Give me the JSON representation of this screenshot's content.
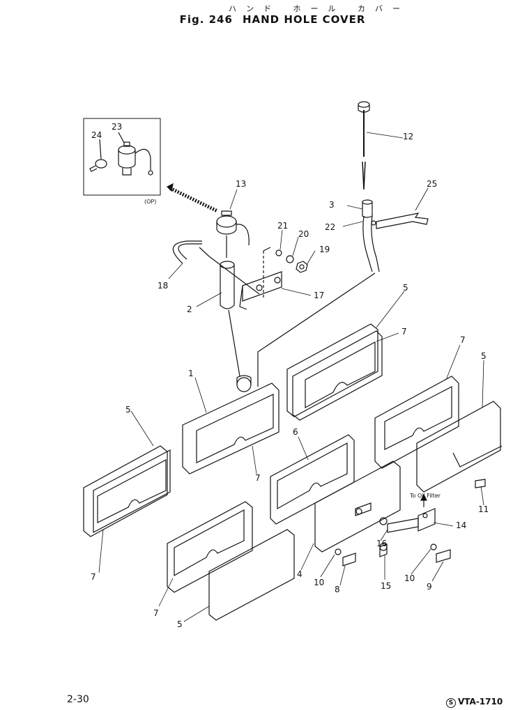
{
  "header": {
    "japanese_title": "ハンド ホール カバー",
    "fig_label": "Fig. 246",
    "title": "HAND HOLE COVER"
  },
  "callouts": {
    "c1": "1",
    "c2": "2",
    "c3": "3",
    "c4": "4",
    "c5a": "5",
    "c5b": "5",
    "c5c": "5",
    "c5d": "5",
    "c6": "6",
    "c7a": "7",
    "c7b": "7",
    "c7c": "7",
    "c7d": "7",
    "c7e": "7",
    "c8": "8",
    "c9": "9",
    "c10a": "10",
    "c10b": "10",
    "c11": "11",
    "c12": "12",
    "c13": "13",
    "c14": "14",
    "c15": "15",
    "c16": "16",
    "c17": "17",
    "c18": "18",
    "c19": "19",
    "c20": "20",
    "c21": "21",
    "c22": "22",
    "c23": "23",
    "c24": "24",
    "c25": "25"
  },
  "notes": {
    "op": "(OP)",
    "to_oil_filter": "To Oil Filter"
  },
  "footer": {
    "page": "2-30",
    "code": "VTA-1710",
    "mark": "S"
  }
}
